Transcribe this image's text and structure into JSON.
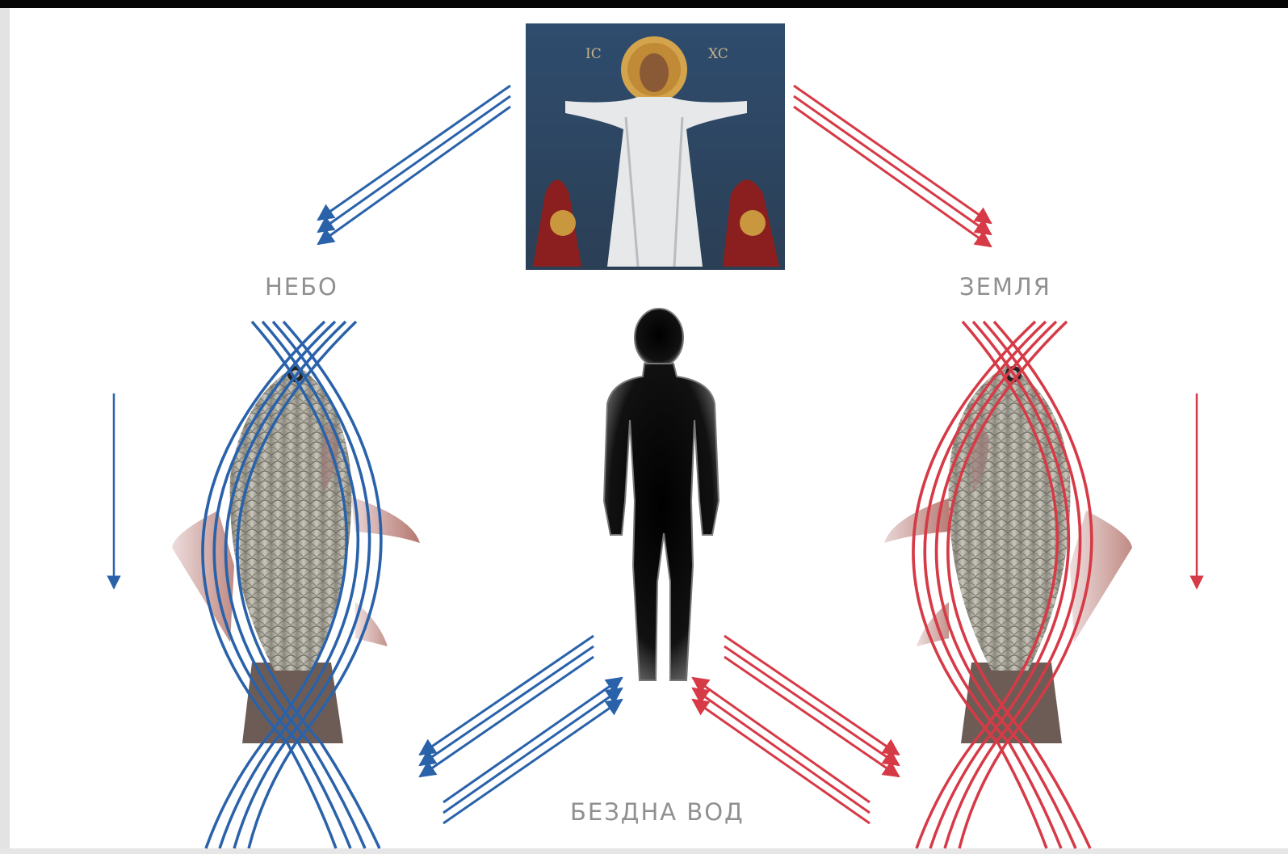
{
  "labels": {
    "sky": "НЕБО",
    "earth": "ЗЕМЛЯ",
    "abyss": "БЕЗДНА ВОД"
  },
  "icon": {
    "top_letters_left": "IC",
    "top_letters_right": "XC"
  },
  "colors": {
    "blue": "#2a62aa",
    "red": "#d63a46",
    "label_gray": "#909090"
  }
}
